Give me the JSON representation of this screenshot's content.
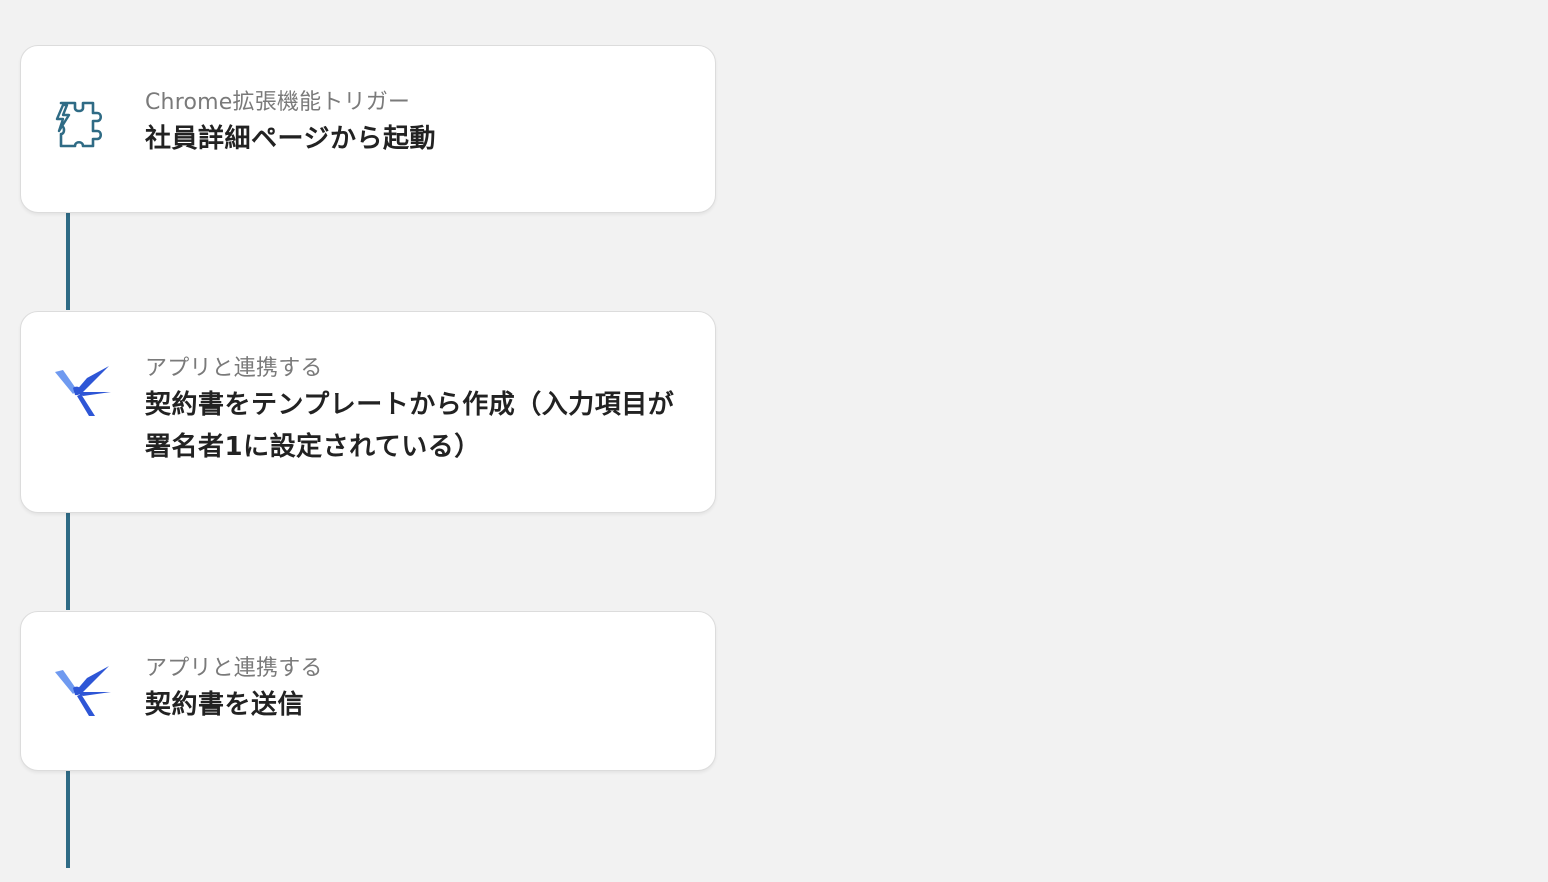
{
  "steps": [
    {
      "label": "Chrome拡張機能トリガー",
      "title": "社員詳細ページから起動",
      "icon": "puzzle-lightning-icon"
    },
    {
      "label": "アプリと連携する",
      "title": "契約書をテンプレートから作成（入力項目が署名者1に設定されている）",
      "icon": "swallow-app-icon"
    },
    {
      "label": "アプリと連携する",
      "title": "契約書を送信",
      "icon": "swallow-app-icon"
    }
  ],
  "colors": {
    "background": "#f2f2f2",
    "connector": "#2f6b85",
    "trigger_icon": "#2f6b85",
    "app_icon_dark": "#2e56d6",
    "app_icon_light": "#6f9af0"
  }
}
